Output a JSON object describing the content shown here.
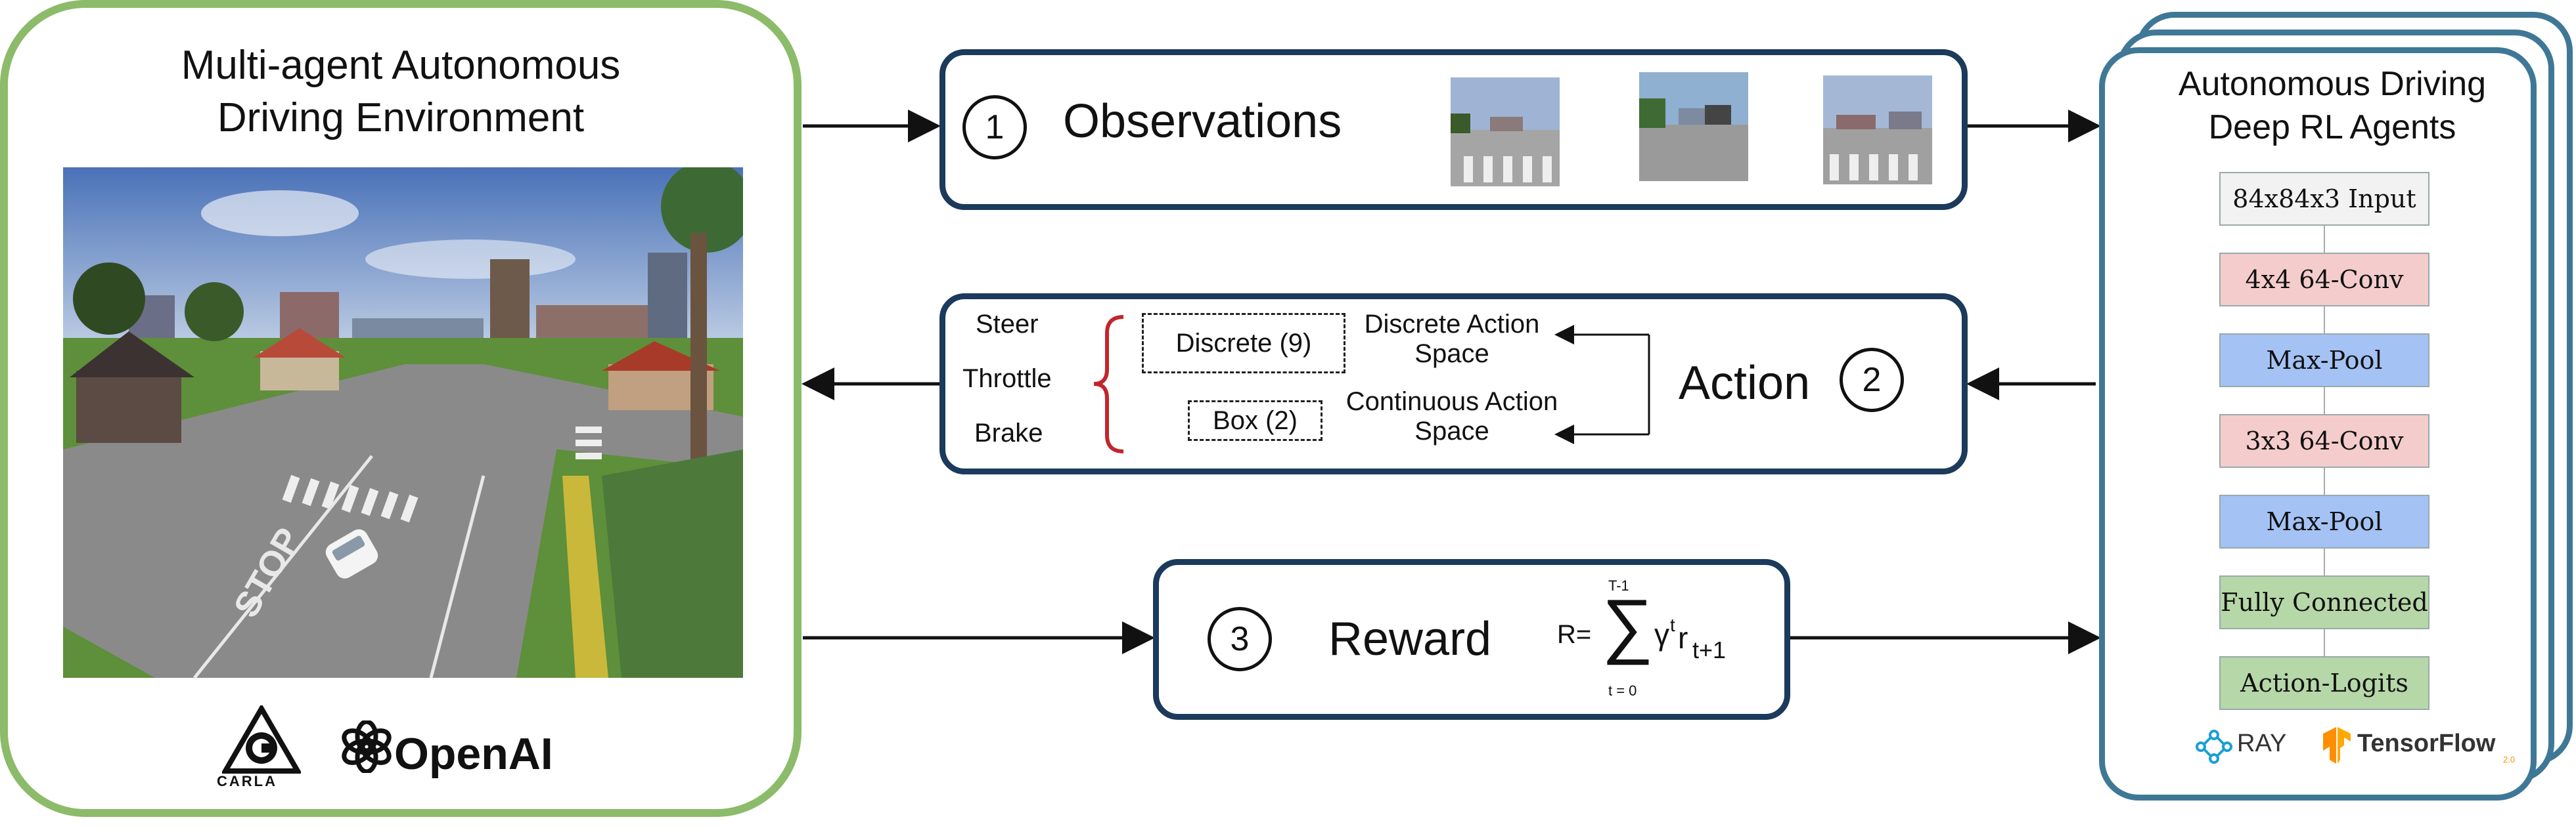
{
  "environment": {
    "title_line1": "Multi-agent Autonomous",
    "title_line2": "Driving Environment",
    "road_marking": "STOP",
    "logos": {
      "carla": "CARLA",
      "openai": "OpenAI"
    }
  },
  "observations": {
    "number": "1",
    "label": "Observations"
  },
  "action": {
    "number": "2",
    "label": "Action",
    "controls": [
      "Steer",
      "Throttle",
      "Brake"
    ],
    "discrete_box": "Discrete (9)",
    "box_box": "Box (2)",
    "discrete_space_line1": "Discrete Action",
    "discrete_space_line2": "Space",
    "continuous_space_line1": "Continuous Action",
    "continuous_space_line2": "Space"
  },
  "reward": {
    "number": "3",
    "label": "Reward",
    "formula": {
      "lhs": "R=",
      "upper": "T-1",
      "lower": "t = 0",
      "gamma": "γ",
      "t_sup": "t",
      "r": "r",
      "sub": "t+1"
    }
  },
  "agents": {
    "title_line1": "Autonomous Driving",
    "title_line2": "Deep RL Agents",
    "layers": [
      {
        "label": "84x84x3 Input",
        "color": "#f2f2f2"
      },
      {
        "label": "4x4 64-Conv",
        "color": "#f4cccc"
      },
      {
        "label": "Max-Pool",
        "color": "#a4c2f4"
      },
      {
        "label": "3x3 64-Conv",
        "color": "#f4cccc"
      },
      {
        "label": "Max-Pool",
        "color": "#a4c2f4"
      },
      {
        "label": "Fully Connected",
        "color": "#b6d7a8"
      },
      {
        "label": "Action-Logits",
        "color": "#b6d7a8"
      }
    ],
    "logos": {
      "ray": "RAY",
      "tensorflow": "TensorFlow",
      "tensorflow_version": "2.0"
    }
  },
  "colors": {
    "env_border": "#8cbb6a",
    "box_border": "#1b3a5c",
    "stack_border": "#3f7896",
    "brace": "#c0272d"
  }
}
